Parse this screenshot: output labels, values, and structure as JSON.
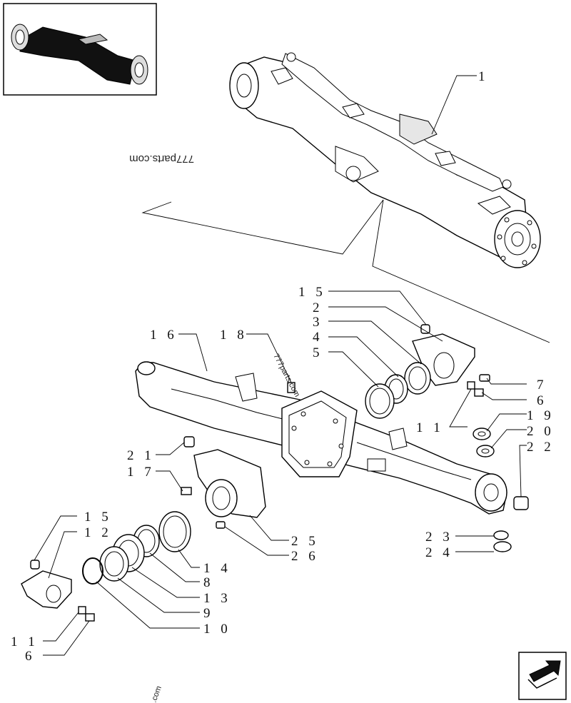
{
  "watermarks": [
    "777parts.com",
    "777parts.com",
    ".com"
  ],
  "callouts": {
    "c1": "1",
    "c15a": "1 5",
    "c2": "2",
    "c3": "3",
    "c4": "4",
    "c5": "5",
    "c16": "1 6",
    "c18": "1 8",
    "c7": "7",
    "c6a": "6",
    "c19": "1 9",
    "c11a": "1 1",
    "c20": "2 0",
    "c21": "2 1",
    "c22": "2 2",
    "c17": "1 7",
    "c15b": "1 5",
    "c12": "1 2",
    "c25": "2 5",
    "c26": "2 6",
    "c14": "1 4",
    "c23": "2 3",
    "c8": "8",
    "c24": "2 4",
    "c13": "1 3",
    "c9": "9",
    "c10": "1 0",
    "c11b": "1 1",
    "c6b": "6"
  },
  "icons": {
    "thumbnail": "axle-thumbnail-icon",
    "nav": "next-page-arrow-icon"
  }
}
